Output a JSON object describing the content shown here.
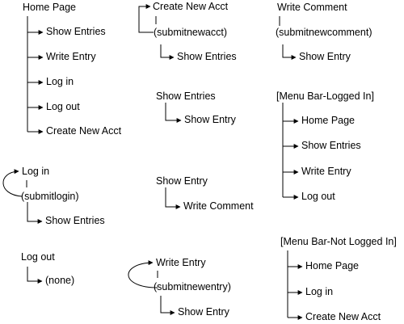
{
  "home": {
    "title": "Home Page",
    "items": [
      "Show Entries",
      "Write Entry",
      "Log in",
      "Log out",
      "Create New Acct"
    ]
  },
  "create_acct": {
    "title": "Create New Acct",
    "action": "(submitnewacct)",
    "result": "Show Entries"
  },
  "write_comment": {
    "title": "Write Comment",
    "action": "(submitnewcomment)",
    "result": "Show Entry"
  },
  "show_entries": {
    "title": "Show Entries",
    "result": "Show Entry"
  },
  "menu_logged_in": {
    "title": "[Menu Bar-Logged In]",
    "items": [
      "Home Page",
      "Show Entries",
      "Write Entry",
      "Log out"
    ]
  },
  "login": {
    "title": "Log in",
    "action": "(submitlogin)",
    "result": "Show Entries"
  },
  "show_entry": {
    "title": "Show Entry",
    "result": "Write Comment"
  },
  "logout": {
    "title": "Log out",
    "result": "(none)"
  },
  "write_entry": {
    "title": "Write Entry",
    "action": "(submitnewentry)",
    "result": "Show Entry"
  },
  "menu_not_logged_in": {
    "title": "[Menu Bar-Not Logged In]",
    "items": [
      "Home Page",
      "Log in",
      "Create New Acct"
    ]
  }
}
